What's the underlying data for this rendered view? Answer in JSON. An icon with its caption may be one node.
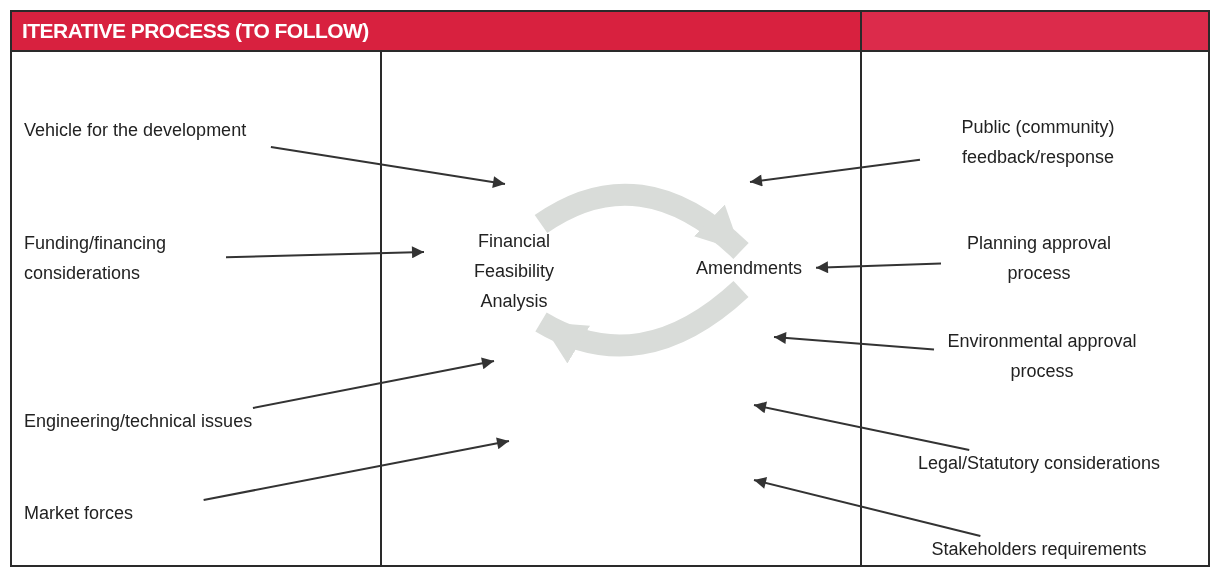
{
  "diagram": {
    "title": "ITERATIVE PROCESS (TO FOLLOW)",
    "nodes": [
      {
        "text": [
          "Vehicle for the development"
        ]
      },
      {
        "text": [
          "Funding/financing considerations"
        ]
      },
      {
        "text": [
          "Engineering/technical issues"
        ]
      },
      {
        "text": [
          "Market forces"
        ]
      },
      {
        "text": [
          "Financial Feasibility Analysis"
        ]
      },
      {
        "text": [
          "Amendments"
        ]
      },
      {
        "text": [
          "Public (community) feedback/response"
        ]
      },
      {
        "text": [
          "Planning approval process"
        ]
      },
      {
        "text": [
          "Environmental approval process"
        ]
      },
      {
        "text": [
          "Legal/Statutory considerations"
        ]
      },
      {
        "text": [
          "Stakeholders requirements"
        ]
      }
    ],
    "edges": [
      {
        "from": 0,
        "to": null,
        "arrow": "to"
      },
      {
        "from": 1,
        "to": null,
        "arrow": "to"
      },
      {
        "from": 2,
        "to": null,
        "arrow": "to"
      },
      {
        "from": 3,
        "to": null,
        "arrow": "to"
      },
      {
        "from": 4,
        "to": 5,
        "arrow": "to",
        "style": "thick",
        "color": "#d9dcd9"
      },
      {
        "from": 5,
        "to": 4,
        "arrow": "to",
        "style": "thick",
        "color": "#d9dcd9"
      },
      {
        "from": 6,
        "to": null,
        "arrow": "to"
      },
      {
        "from": 7,
        "to": 5,
        "arrow": "to"
      },
      {
        "from": 8,
        "to": null,
        "arrow": "to"
      },
      {
        "from": 9,
        "to": null,
        "arrow": "to"
      },
      {
        "from": 10,
        "to": null,
        "arrow": "to"
      }
    ]
  }
}
